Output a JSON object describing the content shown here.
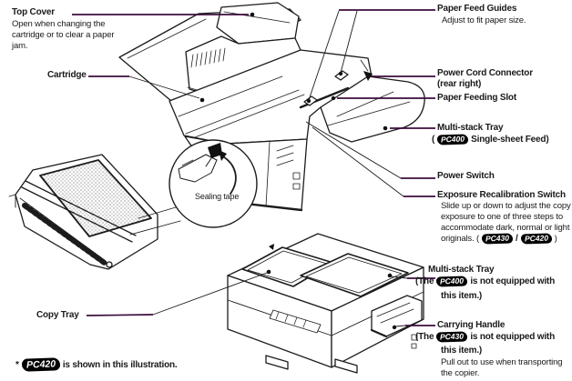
{
  "palette": {
    "leader_line": "#3b0b3d",
    "ink": "#1a1a1a",
    "badge_bg": "#000000",
    "badge_fg": "#ffffff"
  },
  "callouts": {
    "top_cover": {
      "title": "Top Cover",
      "desc": [
        "Open when changing the",
        "cartridge or to clear a paper",
        "jam."
      ]
    },
    "cartridge": {
      "title": "Cartridge"
    },
    "sealing_tape": {
      "title": "Sealing tape"
    },
    "copy_tray": {
      "title": "Copy Tray"
    },
    "paper_feed_guides": {
      "title": "Paper Feed Guides",
      "desc": [
        "Adjust to fit paper size."
      ]
    },
    "power_cord_connector": {
      "title": "Power Cord Connector",
      "subtitle": "(rear right)"
    },
    "paper_feeding_slot": {
      "title": "Paper Feeding Slot"
    },
    "multi_stack_tray_top": {
      "title": "Multi-stack Tray",
      "pre": "(",
      "badge": "PC400",
      "post": "Single-sheet Feed)"
    },
    "power_switch": {
      "title": "Power Switch"
    },
    "exposure_switch": {
      "title": "Exposure Recalibration Switch",
      "desc": [
        "Slide up or down to adjust the copy",
        "exposure to one of three steps to",
        "accommodate dark, normal or light"
      ],
      "tail_pre": "originals. (",
      "badge1": "PC430",
      "separator": "/",
      "badge2": "PC420",
      "tail_post": ")"
    },
    "multi_stack_tray_bottom": {
      "title": "Multi-stack Tray",
      "pre": "(The",
      "badge": "PC400",
      "post": "is not equipped with",
      "cont": "this item.)"
    },
    "carrying_handle": {
      "title": "Carrying Handle",
      "pre": "(The",
      "badge": "PC430",
      "post": "is not equipped with",
      "cont": "this item.)",
      "desc": [
        "Pull out to use when transporting",
        "the copier."
      ]
    },
    "footnote": {
      "marker": "*",
      "badge": "PC420",
      "text": "is shown in this illustration."
    }
  }
}
